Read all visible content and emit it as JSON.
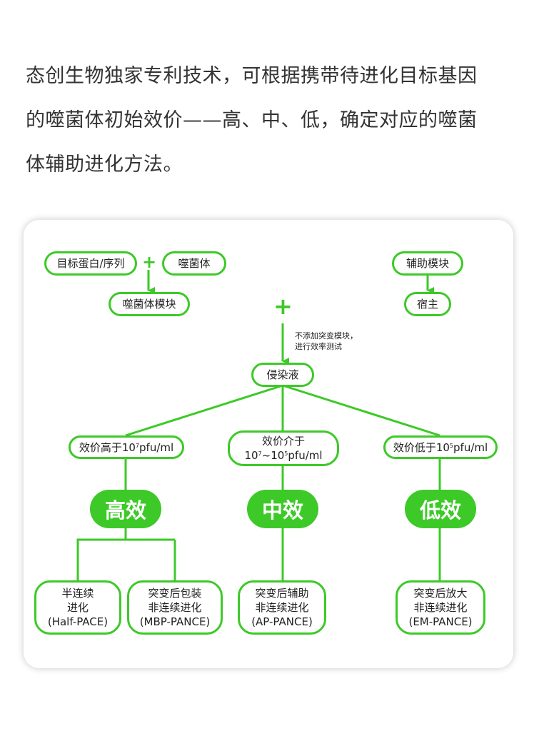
{
  "intro": {
    "line1": "态创生物独家专利技术，可根据携带待进化目标基因",
    "line2": "的噬菌体初始效价——高、中、低，确定对应的噬菌",
    "line3": "体辅助进化方法。"
  },
  "diagram": {
    "target": "目标蛋白/序列",
    "phage": "噬菌体",
    "phage_module": "噬菌体模块",
    "helper_module": "辅助模块",
    "host": "宿主",
    "plus_sign": "+",
    "note_line1": "不添加突变模块，",
    "note_line2": "进行效率测试",
    "infection": "侵染液",
    "titer_high": {
      "prefix": "效价高于10",
      "exp": "7",
      "suffix": "pfu/ml"
    },
    "titer_mid": {
      "line1": "效价介于",
      "a": "10",
      "a_exp": "7",
      "tilde": "~10",
      "b_exp": "5",
      "suffix": "pfu/ml"
    },
    "titer_low": {
      "prefix": "效价低于10",
      "exp": "5",
      "suffix": "pfu/ml"
    },
    "high": "高效",
    "mid": "中效",
    "low": "低效",
    "method1": {
      "line1": "半连续",
      "line2": "进化",
      "line3": "(Half-PACE)"
    },
    "method2": {
      "line1": "突变后包装",
      "line2": "非连续进化",
      "line3": "(MBP-PANCE)"
    },
    "method3": {
      "line1": "突变后辅助",
      "line2": "非连续进化",
      "line3": "(AP-PANCE)"
    },
    "method4": {
      "line1": "突变后放大",
      "line2": "非连续进化",
      "line3": "(EM-PANCE)"
    }
  },
  "colors": {
    "accent": "#3dc928",
    "text": "#222222"
  }
}
